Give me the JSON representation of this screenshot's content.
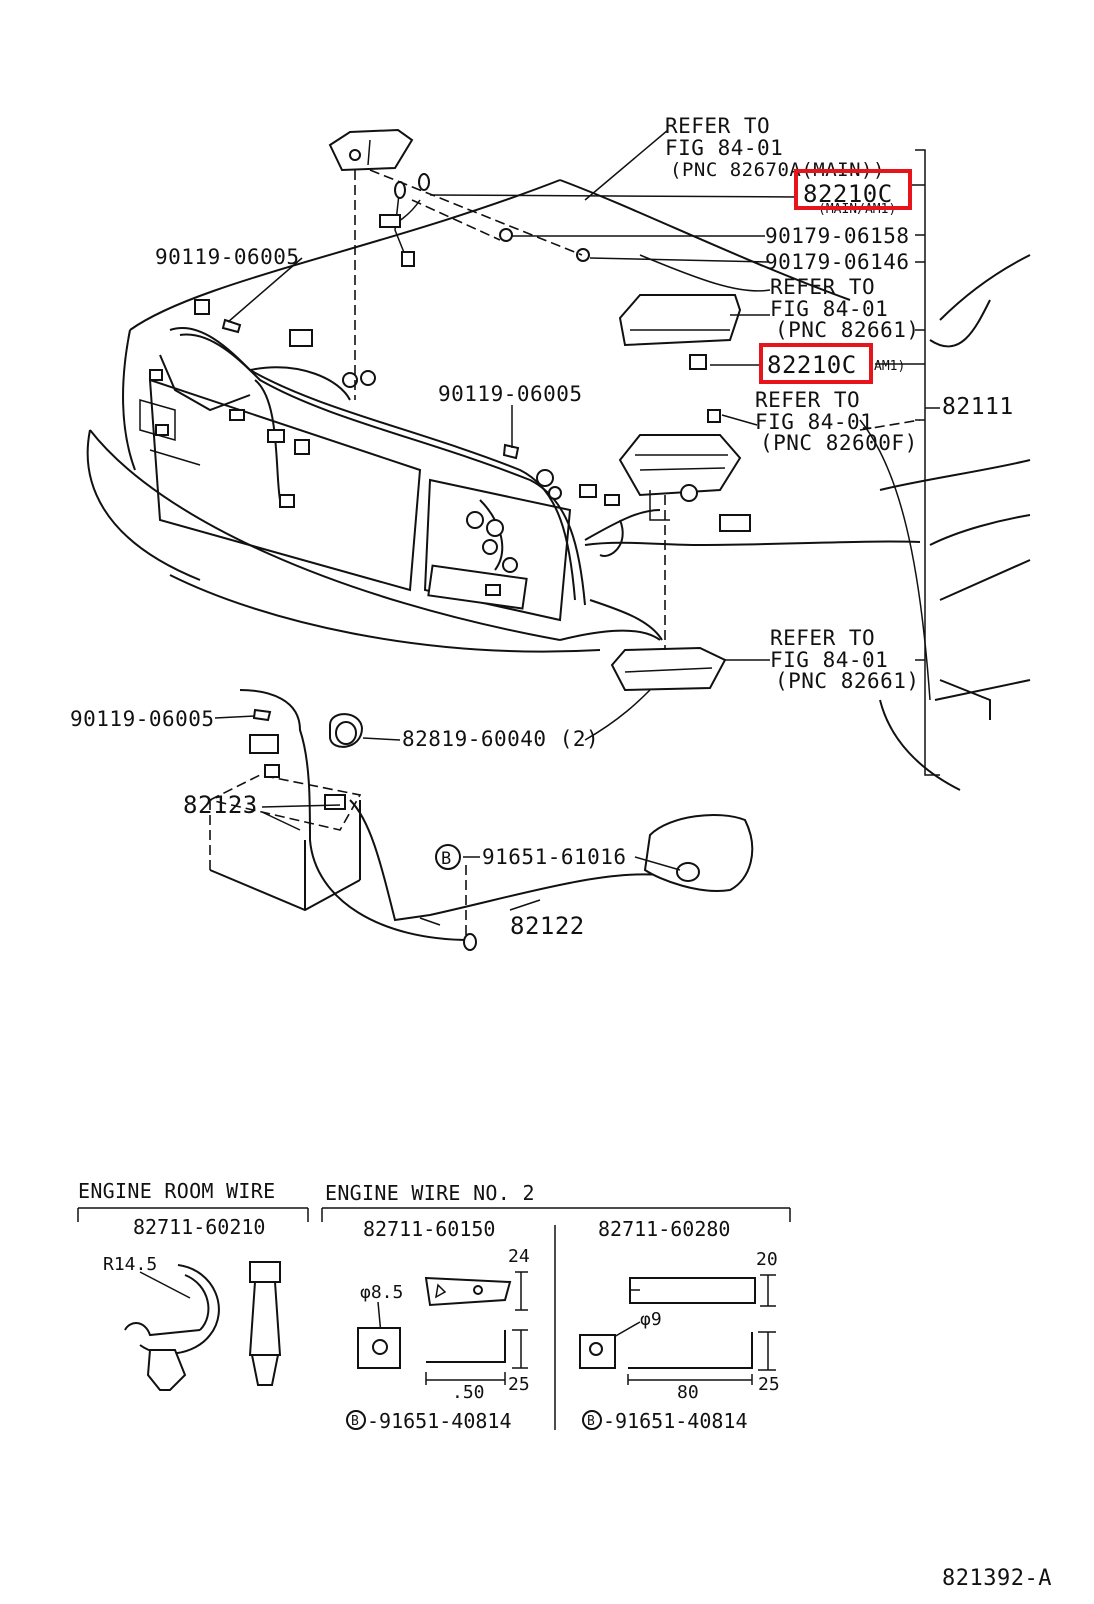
{
  "diagram": {
    "callouts": {
      "refer_main_1": "REFER TO",
      "refer_main_2": "FIG 84-01",
      "refer_main_3": "(PNC 82670A(MAIN))",
      "part_82210c_main": "82210C",
      "part_82210c_main_note": "(MAIN/AM1)",
      "part_90179_06158": "90179-06158",
      "part_90179_06146": "90179-06146",
      "refer_fuse_1": "REFER TO",
      "refer_fuse_2": "FIG 84-01",
      "refer_fuse_3": "(PNC 82661)",
      "part_82210c_am1": "82210C",
      "part_82210c_am1_note": "AM1)",
      "part_82111": "82111",
      "refer_relay_1": "REFER TO",
      "refer_relay_2": "FIG 84-01",
      "refer_relay_3": "(PNC 82600F)",
      "part_90119_06005_a": "90119-06005",
      "part_90119_06005_b": "90119-06005",
      "refer_lower_1": "REFER TO",
      "refer_lower_2": "FIG 84-01",
      "refer_lower_3": "(PNC 82661)",
      "part_90119_06005_c": "90119-06005",
      "part_82819_60040": "82819-60040 (2)",
      "part_82123": "82123",
      "part_91651_61016_mark": "B",
      "part_91651_61016": "91651-61016",
      "part_82122": "82122"
    },
    "clamps": {
      "engine_room_title": "ENGINE ROOM WIRE",
      "engine_wire_title": "ENGINE WIRE NO. 2",
      "clamp_a_part": "82711-60210",
      "clamp_a_radius": "R14.5",
      "clamp_b_part": "82711-60150",
      "clamp_b_hole": "φ8.5",
      "clamp_b_dim_h": "24",
      "clamp_b_dim_l": ".50",
      "clamp_b_dim_v": "25",
      "clamp_b_bolt_mark": "B",
      "clamp_b_bolt": "-91651-40814",
      "clamp_c_part": "82711-60280",
      "clamp_c_hole": "φ9",
      "clamp_c_dim_h": "20",
      "clamp_c_dim_l": "80",
      "clamp_c_dim_v": "25",
      "clamp_c_bolt_mark": "B",
      "clamp_c_bolt": "-91651-40814"
    },
    "figure_id": "821392-A",
    "highlight_color": "#e8141c"
  }
}
